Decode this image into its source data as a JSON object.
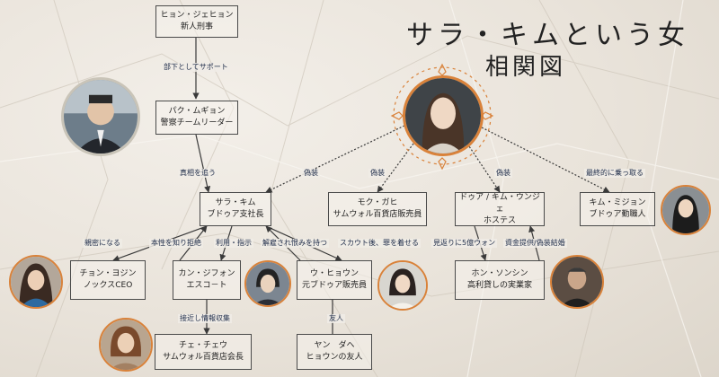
{
  "title": "サラ・キムという女",
  "subtitle": "相関図",
  "nodes": {
    "hyun": [
      "ヒョン・ジェヒョン",
      "新人刑事"
    ],
    "park": [
      "パク・ムギョン",
      "警察チームリーダー"
    ],
    "sara": [
      "サラ・キム",
      "ブドゥア支社長"
    ],
    "moku": [
      "モク・ガヒ",
      "サムウォル百貨店販売員"
    ],
    "doua": [
      "ドゥア / キム・ウンジェ",
      "ホステス"
    ],
    "kim": [
      "キム・ミジョン",
      "ブドゥア勤職人"
    ],
    "chon": [
      "チョン・ヨジン",
      "ノックスCEO"
    ],
    "kang": [
      "カン・ジフォン",
      "エスコ－ト"
    ],
    "woo": [
      "ウ・ヒョウン",
      "元ブドゥア販売員"
    ],
    "hon": [
      "ホン・ソンシン",
      "高利貸しの実業家"
    ],
    "che": [
      "チェ・チェウ",
      "サムウォル百貨店会長"
    ],
    "yan": [
      "ヤン　ダヘ",
      "ヒョウンの友人"
    ]
  },
  "labels": {
    "buka": "部下としてサポート",
    "shinso": "真相を追う",
    "giso1": "偽装",
    "giso2": "偽装",
    "giso3": "偽装",
    "saishu": "最終的に乗っ取る",
    "shinmitsu": "親密になる",
    "honsho": "本性を知り拒絶",
    "riyo": "利用・指示",
    "kaiko": "解雇され恨みを持つ",
    "scout": "スカウト後、罪を着せる",
    "migaeri": "見返りに5億ウォン",
    "shikin": "資金提供/偽装結婚",
    "sekkin": "接近し情報収集",
    "yujin": "友人"
  },
  "colors": {
    "line": "#3a3a3a",
    "label_text": "#1f2d4a",
    "ornament": "#d9823a"
  },
  "icons": [
    "portrait-park",
    "portrait-sara",
    "portrait-kim",
    "portrait-chon",
    "portrait-kang",
    "portrait-woo",
    "portrait-hon",
    "portrait-che"
  ]
}
